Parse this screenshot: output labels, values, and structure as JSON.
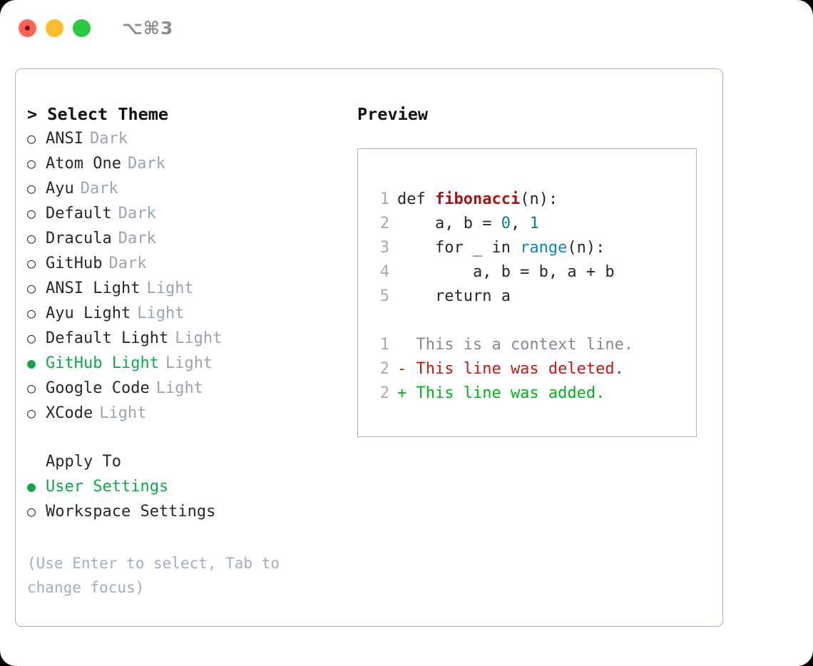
{
  "titlebar": {
    "shortcut": "⌥⌘3",
    "buttons": [
      {
        "name": "close",
        "color": "#ff6259"
      },
      {
        "name": "minimize",
        "color": "#ffbd2e"
      },
      {
        "name": "maximize",
        "color": "#28c840"
      }
    ]
  },
  "colors": {
    "accent_green": "#12a74b",
    "muted": "#9aa4b2",
    "border": "#aab4c4",
    "text": "#24292e",
    "diff_add": "#00b515",
    "diff_del": "#c9180f",
    "syntax_func": "#a31515",
    "syntax_num": "#0c7d80",
    "syntax_call": "#0a85c4"
  },
  "theme_section": {
    "title": "> Select Theme",
    "bullet_selected": "●",
    "bullet_unselected": "○",
    "items": [
      {
        "name": "ANSI",
        "tag": "Dark",
        "selected": false
      },
      {
        "name": "Atom One",
        "tag": "Dark",
        "selected": false
      },
      {
        "name": "Ayu",
        "tag": "Dark",
        "selected": false
      },
      {
        "name": "Default",
        "tag": "Dark",
        "selected": false
      },
      {
        "name": "Dracula",
        "tag": "Dark",
        "selected": false
      },
      {
        "name": "GitHub",
        "tag": "Dark",
        "selected": false
      },
      {
        "name": "ANSI Light",
        "tag": "Light",
        "selected": false
      },
      {
        "name": "Ayu Light",
        "tag": "Light",
        "selected": false
      },
      {
        "name": "Default Light",
        "tag": "Light",
        "selected": false
      },
      {
        "name": "GitHub Light",
        "tag": "Light",
        "selected": true
      },
      {
        "name": "Google Code",
        "tag": "Light",
        "selected": false
      },
      {
        "name": "XCode",
        "tag": "Light",
        "selected": false
      }
    ]
  },
  "apply_to": {
    "label": "Apply To",
    "options": [
      {
        "name": "User Settings",
        "selected": true
      },
      {
        "name": "Workspace Settings",
        "selected": false
      }
    ]
  },
  "hint": "(Use Enter to select, Tab to change focus)",
  "preview": {
    "title": "Preview",
    "code_lines": [
      {
        "no": "1",
        "parts": [
          {
            "t": "def ",
            "c": "code-text"
          },
          {
            "t": "fibonacci",
            "c": "tok-func"
          },
          {
            "t": "(n):",
            "c": "code-text"
          }
        ]
      },
      {
        "no": "2",
        "parts": [
          {
            "t": "    a, b = ",
            "c": "code-text"
          },
          {
            "t": "0",
            "c": "tok-num"
          },
          {
            "t": ", ",
            "c": "code-text"
          },
          {
            "t": "1",
            "c": "tok-num"
          }
        ]
      },
      {
        "no": "3",
        "parts": [
          {
            "t": "    for _ in ",
            "c": "code-text"
          },
          {
            "t": "range",
            "c": "tok-call"
          },
          {
            "t": "(n):",
            "c": "code-text"
          }
        ]
      },
      {
        "no": "4",
        "parts": [
          {
            "t": "        a, b = b, a + b",
            "c": "code-text"
          }
        ]
      },
      {
        "no": "5",
        "parts": [
          {
            "t": "    return a",
            "c": "code-text"
          }
        ]
      }
    ],
    "diff_lines": [
      {
        "no": "1",
        "marker": " ",
        "text": "  This is a context line.",
        "kind": "diff-ctx"
      },
      {
        "no": "2",
        "marker": "-",
        "text": "- This line was deleted.",
        "kind": "diff-del"
      },
      {
        "no": "2",
        "marker": "+",
        "text": "+ This line was added.",
        "kind": "diff-add"
      }
    ]
  }
}
